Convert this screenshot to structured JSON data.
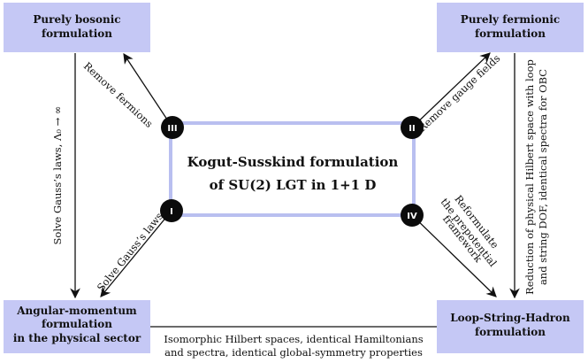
{
  "colors": {
    "box_fill": "#c5c8f5",
    "center_stroke": "#b9bff0",
    "badge_fill": "#0b0b0b",
    "line": "#111111"
  },
  "boxes": {
    "top_left": [
      "Purely bosonic",
      "formulation"
    ],
    "top_right": [
      "Purely fermionic",
      "formulation"
    ],
    "bottom_left": [
      "Angular-momentum",
      "formulation",
      "in the physical sector"
    ],
    "bottom_right": [
      "Loop-String-Hadron",
      "formulation"
    ]
  },
  "center": [
    "Kogut-Susskind formulation",
    "of SU(2) LGT in 1+1 D"
  ],
  "badges": {
    "I": "I",
    "II": "II",
    "III": "III",
    "IV": "IV"
  },
  "edges": {
    "left_vertical": "Solve Gauss’s laws, Λ₀ → ∞",
    "remove_fermions": "Remove fermions",
    "remove_gauge_fields": "Remove gauge fields",
    "solve_gauss": "Solve Gauss’s laws",
    "reformulate": [
      "Reformulate",
      "the prepotential",
      "framework"
    ],
    "right_vertical": [
      "Reduction of physical Hilbert space with loop",
      "and string DOF, identical spectra for OBC"
    ],
    "bottom": [
      "Isomorphic Hilbert spaces, identical Hamiltonians",
      "and spectra, identical global-symmetry properties"
    ]
  }
}
